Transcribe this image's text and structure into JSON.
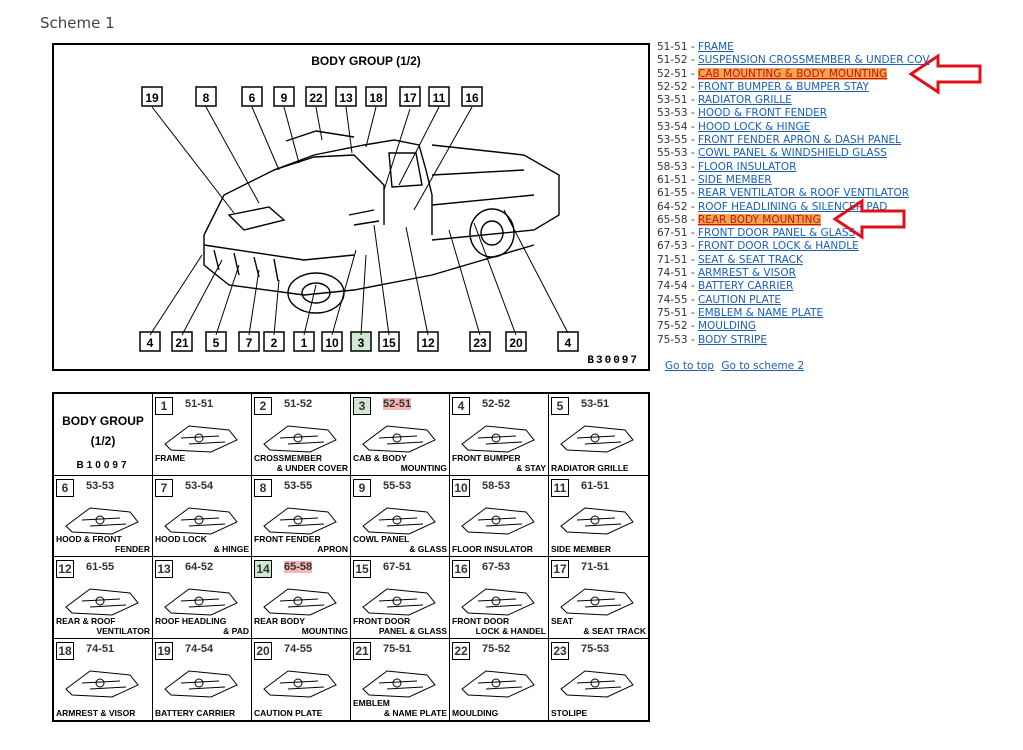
{
  "page": {
    "title": "Scheme 1"
  },
  "diagram": {
    "title": "BODY GROUP  (1/2)",
    "code": "B30097",
    "top_callouts": [
      "19",
      "8",
      "6",
      "9",
      "22",
      "13",
      "18",
      "17",
      "11",
      "16"
    ],
    "bottom_callouts": [
      "4",
      "21",
      "5",
      "7",
      "2",
      "1",
      "10",
      "3",
      "15",
      "12",
      "23",
      "20",
      "4"
    ]
  },
  "index": {
    "cover": {
      "title": "BODY GROUP",
      "subtitle": "(1/2)",
      "code": "B10097"
    },
    "cells": [
      {
        "num": "1",
        "code": "51-51",
        "l1": "FRAME",
        "l2": ""
      },
      {
        "num": "2",
        "code": "51-52",
        "l1": "CROSSMEMBER",
        "l2": "& UNDER COVER"
      },
      {
        "num": "3",
        "code": "52-51",
        "l1": "CAB & BODY",
        "l2": "MOUNTING"
      },
      {
        "num": "4",
        "code": "52-52",
        "l1": "FRONT BUMPER",
        "l2": "& STAY"
      },
      {
        "num": "5",
        "code": "53-51",
        "l1": "",
        "l2": "RADIATOR GRILLE"
      },
      {
        "num": "6",
        "code": "53-53",
        "l1": "HOOD & FRONT",
        "l2": "FENDER"
      },
      {
        "num": "7",
        "code": "53-54",
        "l1": "HOOD LOCK",
        "l2": "& HINGE"
      },
      {
        "num": "8",
        "code": "53-55",
        "l1": "FRONT FENDER",
        "l2": "APRON"
      },
      {
        "num": "9",
        "code": "55-53",
        "l1": "COWL PANEL",
        "l2": "& GLASS"
      },
      {
        "num": "10",
        "code": "58-53",
        "l1": "",
        "l2": "FLOOR INSULATOR"
      },
      {
        "num": "11",
        "code": "61-51",
        "l1": "",
        "l2": "SIDE MEMBER"
      },
      {
        "num": "12",
        "code": "61-55",
        "l1": "REAR & ROOF",
        "l2": "VENTILATOR"
      },
      {
        "num": "13",
        "code": "64-52",
        "l1": "ROOF HEADLING",
        "l2": "& PAD"
      },
      {
        "num": "14",
        "code": "65-58",
        "l1": "REAR BODY",
        "l2": "MOUNTING"
      },
      {
        "num": "15",
        "code": "67-51",
        "l1": "FRONT DOOR",
        "l2": "PANEL & GLASS"
      },
      {
        "num": "16",
        "code": "67-53",
        "l1": "FRONT DOOR",
        "l2": "LOCK & HANDEL"
      },
      {
        "num": "17",
        "code": "71-51",
        "l1": "SEAT",
        "l2": "& SEAT TRACK"
      },
      {
        "num": "18",
        "code": "74-51",
        "l1": "",
        "l2": "ARMREST & VISOR"
      },
      {
        "num": "19",
        "code": "74-54",
        "l1": "",
        "l2": "BATTERY CARRIER"
      },
      {
        "num": "20",
        "code": "74-55",
        "l1": "",
        "l2": "CAUTION PLATE"
      },
      {
        "num": "21",
        "code": "75-51",
        "l1": "EMBLEM",
        "l2": "& NAME PLATE"
      },
      {
        "num": "22",
        "code": "75-52",
        "l1": "",
        "l2": "MOULDING"
      },
      {
        "num": "23",
        "code": "75-53",
        "l1": "",
        "l2": "STOLIPE"
      }
    ]
  },
  "links": [
    {
      "code": "51-51",
      "label": "FRAME"
    },
    {
      "code": "51-52",
      "label": "SUSPENSION CROSSMEMBER & UNDER COV"
    },
    {
      "code": "52-51",
      "label": "CAB MOUNTING & BODY MOUNTING"
    },
    {
      "code": "52-52",
      "label": "FRONT BUMPER & BUMPER STAY"
    },
    {
      "code": "53-51",
      "label": "RADIATOR GRILLE"
    },
    {
      "code": "53-53",
      "label": "HOOD & FRONT FENDER"
    },
    {
      "code": "53-54",
      "label": "HOOD LOCK & HINGE"
    },
    {
      "code": "53-55",
      "label": "FRONT FENDER APRON & DASH PANEL"
    },
    {
      "code": "55-53",
      "label": "COWL PANEL & WINDSHIELD GLASS"
    },
    {
      "code": "58-53",
      "label": "FLOOR INSULATOR"
    },
    {
      "code": "61-51",
      "label": "SIDE MEMBER"
    },
    {
      "code": "61-55",
      "label": "REAR VENTILATOR & ROOF VENTILATOR"
    },
    {
      "code": "64-52",
      "label": "ROOF HEADLINING & SILENCER PAD"
    },
    {
      "code": "65-58",
      "label": "REAR BODY MOUNTING"
    },
    {
      "code": "67-51",
      "label": "FRONT DOOR PANEL & GLASS"
    },
    {
      "code": "67-53",
      "label": "FRONT DOOR LOCK & HANDLE"
    },
    {
      "code": "71-51",
      "label": "SEAT & SEAT TRACK"
    },
    {
      "code": "74-51",
      "label": "ARMREST & VISOR"
    },
    {
      "code": "74-54",
      "label": "BATTERY CARRIER"
    },
    {
      "code": "74-55",
      "label": "CAUTION PLATE"
    },
    {
      "code": "75-51",
      "label": "EMBLEM & NAME PLATE"
    },
    {
      "code": "75-52",
      "label": "MOULDING"
    },
    {
      "code": "75-53",
      "label": "BODY STRIPE"
    }
  ],
  "nav": {
    "top": "Go to top",
    "scheme2": "Go to scheme 2"
  },
  "colors": {
    "link": "#1a5fb4",
    "highlight_bg": "#f7a44f",
    "highlight_text": "#c0141a",
    "arrow": "#e0101a",
    "green_box": "#cfe8cf"
  }
}
